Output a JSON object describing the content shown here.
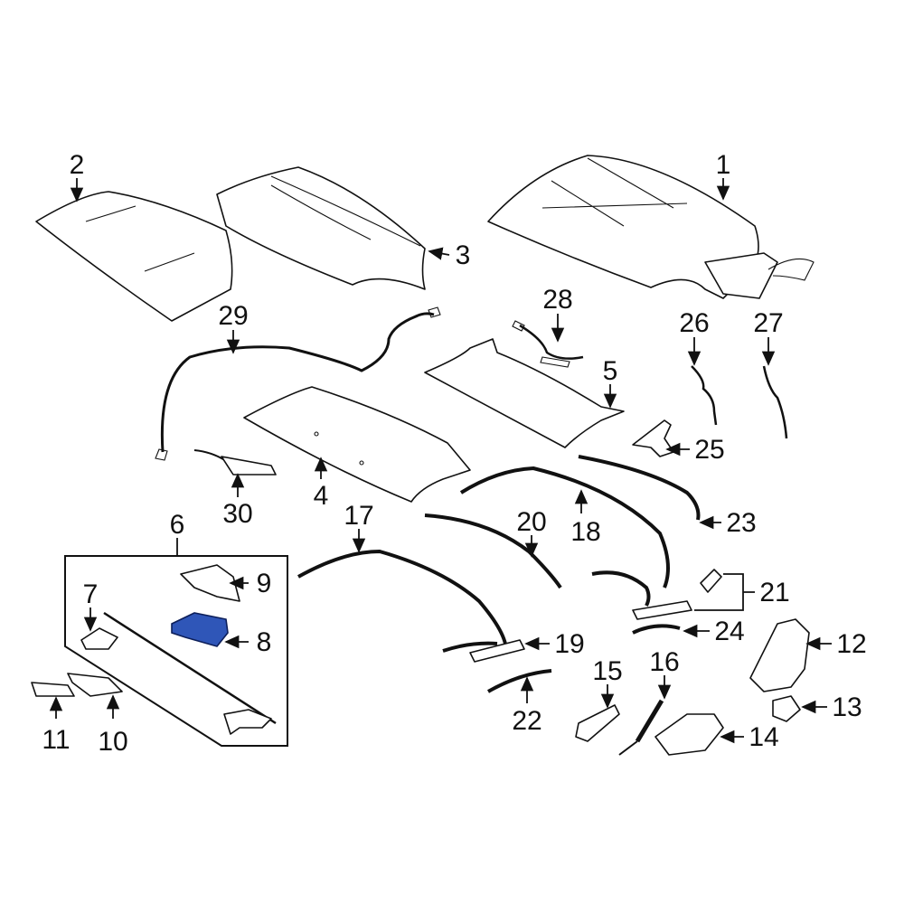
{
  "diagram": {
    "type": "exploded parts diagram - convertible top",
    "highlight_color": "#2f56b8",
    "highlighted_part": "8",
    "callouts": [
      "1",
      "2",
      "3",
      "4",
      "5",
      "6",
      "7",
      "8",
      "9",
      "10",
      "11",
      "12",
      "13",
      "14",
      "15",
      "16",
      "17",
      "18",
      "19",
      "20",
      "21",
      "22",
      "23",
      "24",
      "25",
      "26",
      "27",
      "28",
      "29",
      "30"
    ]
  }
}
